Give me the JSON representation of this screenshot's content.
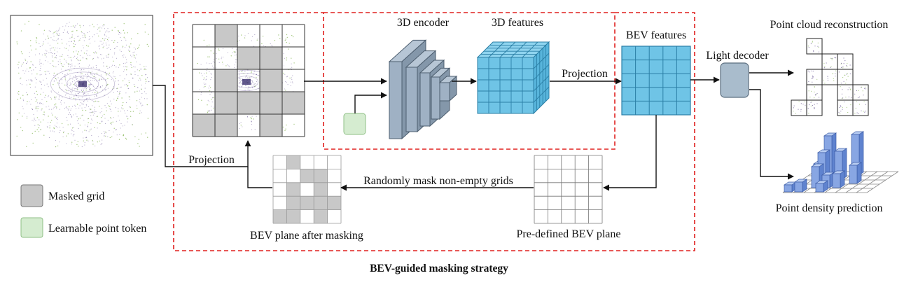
{
  "labels": {
    "encoder": "3D encoder",
    "features3d": "3D features",
    "bev_features": "BEV features",
    "light_decoder": "Light decoder",
    "point_cloud_reconstruction": "Point cloud reconstruction",
    "point_density_prediction": "Point density prediction",
    "projection_top": "Projection",
    "projection_left": "Projection",
    "random_mask": "Randomly mask non-empty grids",
    "bev_after_masking": "BEV plane after masking",
    "predefined_bev": "Pre-defined BEV plane",
    "strategy_caption": "BEV-guided masking strategy"
  },
  "legend": {
    "masked_grid": "Masked grid",
    "learnable_token": "Learnable point token"
  },
  "colors": {
    "dashed_border": "#e0211f",
    "masked_cell": "#c8c8c8",
    "learnable_token": "#d5ecd0",
    "feature_blue": "#6fc4e6",
    "encoder_steel": "#9fb1c4",
    "decoder_steel": "#a9bccc",
    "lidar_purple": "#5e4b8c",
    "lidar_green": "#7fb24a"
  }
}
